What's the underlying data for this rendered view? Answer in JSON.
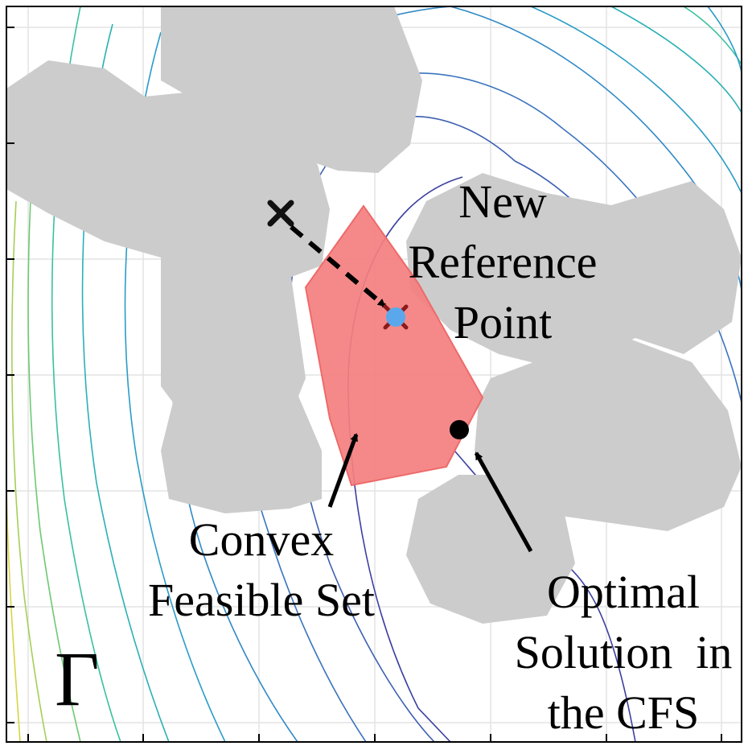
{
  "labels": {
    "new_reference_point": [
      "New",
      "Reference",
      "Point"
    ],
    "convex_feasible_set": [
      "Convex",
      "Feasible Set"
    ],
    "optimal_solution": [
      "Optimal",
      "Solution  in",
      "the CFS"
    ],
    "gamma": "Γ"
  },
  "colors": {
    "obstacle": "#cccccc",
    "feasible_set_fill": "#f47f7f",
    "feasible_set_stroke": "#ee6a6a",
    "reference_point": "#5aa7ec",
    "old_point_marker": "#111111",
    "crossed_marker": "#8b1a1a",
    "optimal_point": "#000000",
    "grid": "#e3e3e3",
    "frame": "#000000"
  },
  "icons": {
    "old_reference": "cross-icon",
    "new_reference": "dot-icon",
    "optimal": "dot-icon"
  }
}
